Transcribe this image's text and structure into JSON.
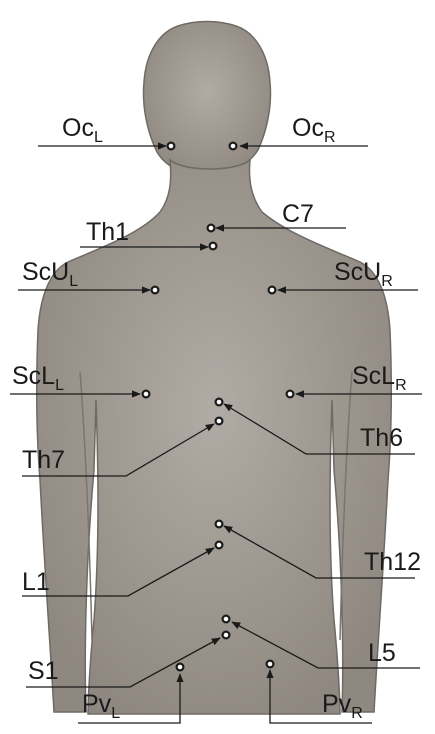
{
  "colors": {
    "body_fill": "#a9a39d",
    "body_shade": "#8e877f",
    "outline": "#6f6a66",
    "line": "#1a1a1a",
    "marker": "#1a1a1a",
    "background": "#ffffff"
  },
  "markers": {
    "OcL": {
      "main": "Oc",
      "sub": "L"
    },
    "OcR": {
      "main": "Oc",
      "sub": "R"
    },
    "C7": {
      "main": "C7",
      "sub": ""
    },
    "Th1": {
      "main": "Th1",
      "sub": ""
    },
    "ScUL": {
      "main": "ScU",
      "sub": "L"
    },
    "ScUR": {
      "main": "ScU",
      "sub": "R"
    },
    "ScLL": {
      "main": "ScL",
      "sub": "L"
    },
    "ScLR": {
      "main": "ScL",
      "sub": "R"
    },
    "Th6": {
      "main": "Th6",
      "sub": ""
    },
    "Th7": {
      "main": "Th7",
      "sub": ""
    },
    "Th12": {
      "main": "Th12",
      "sub": ""
    },
    "L1": {
      "main": "L1",
      "sub": ""
    },
    "L5": {
      "main": "L5",
      "sub": ""
    },
    "S1": {
      "main": "S1",
      "sub": ""
    },
    "PvL": {
      "main": "Pv",
      "sub": "L"
    },
    "PvR": {
      "main": "Pv",
      "sub": "R"
    }
  }
}
